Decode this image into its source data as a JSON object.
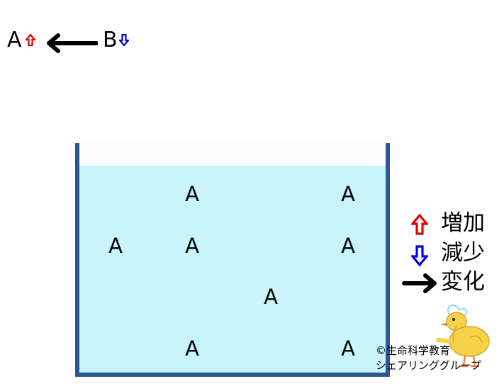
{
  "equation": {
    "left_species": "A",
    "right_species": "B",
    "left_indicator": "up-arrow-icon",
    "right_indicator": "down-arrow-icon",
    "direction": "left-arrow"
  },
  "beaker": {
    "particles": [
      {
        "label": "A",
        "name": "particle-a-1"
      },
      {
        "label": "A",
        "name": "particle-a-2"
      },
      {
        "label": "A",
        "name": "particle-a-3"
      },
      {
        "label": "A",
        "name": "particle-a-4"
      },
      {
        "label": "A",
        "name": "particle-a-5"
      },
      {
        "label": "A",
        "name": "particle-a-6"
      },
      {
        "label": "A",
        "name": "particle-a-7"
      },
      {
        "label": "A",
        "name": "particle-a-8"
      }
    ]
  },
  "legend": {
    "increase": "増加",
    "decrease": "減少",
    "change": "変化"
  },
  "credit": {
    "line1": "©生命科学教育",
    "line2": "シェアリンググループ"
  },
  "colors": {
    "water": "#c8f4fa",
    "beaker_wall": "#2c5696",
    "increase_arrow": "#e30000",
    "decrease_arrow": "#0000dd",
    "change_arrow": "#000000",
    "chick": "#f5d24a"
  },
  "icons": [
    "up-arrow-icon",
    "down-arrow-icon",
    "right-arrow-icon",
    "left-arrow-icon",
    "chick-illustration"
  ]
}
